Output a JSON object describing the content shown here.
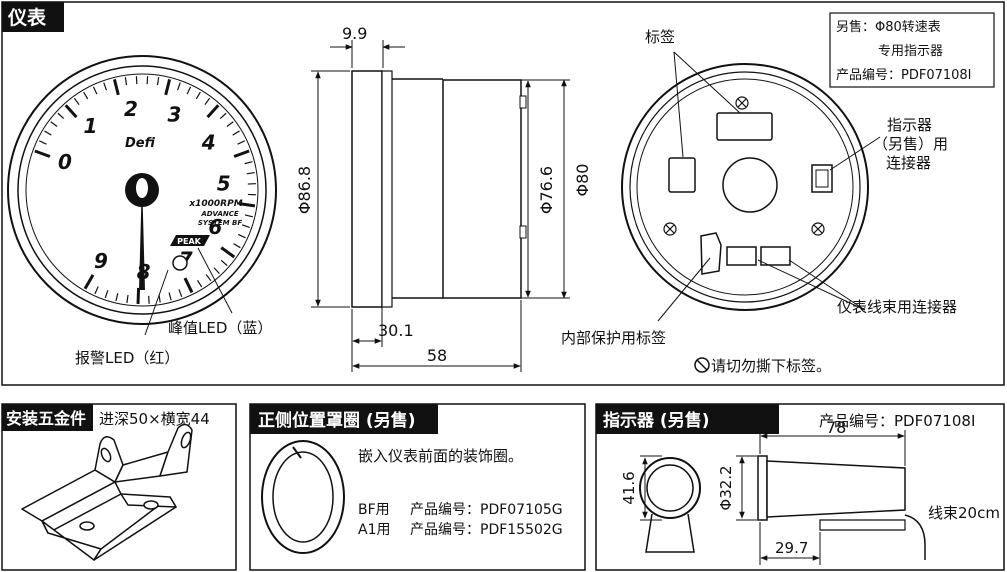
{
  "main": {
    "title": "仪表",
    "gauge": {
      "brand": "Defi",
      "dial_numbers": [
        "0",
        "1",
        "2",
        "3",
        "4",
        "5",
        "6",
        "7",
        "8",
        "9"
      ],
      "unit": "x1000RPM",
      "model_line1": "ADVANCE",
      "model_line2": "SYSTEM BF",
      "peak_badge": "PEAK",
      "peak_label": "峰值LED（蓝）",
      "warning_label": "报警LED（红）"
    },
    "side_view": {
      "dim_top": "9.9",
      "dim_height": "Φ86.8",
      "dim_body": "Φ76.6",
      "dim_bezel": "Φ80",
      "dim_body_length": "30.1",
      "dim_total_length": "58"
    },
    "back_view": {
      "label_tag": "标签",
      "indicator_connector": [
        "指示器",
        "（另售）用",
        "连接器"
      ],
      "harness_connector": "仪表线束用连接器",
      "internal_label": "内部保护用标签",
      "warning_note": "请切勿撕下标签。"
    },
    "note_box": {
      "line1": "另售：Φ80转速表",
      "line2": "专用指示器",
      "line3": "产品编号：PDF07108I"
    }
  },
  "bracket_panel": {
    "title": "安装五金件",
    "spec": "进深50×横宽44"
  },
  "ring_panel": {
    "title": "正侧位置罩圈 (另售)",
    "desc": "嵌入仪表前面的装饰圈。",
    "bf_prefix": "BF用",
    "bf_code": "产品编号：PDF07105G",
    "a1_prefix": "A1用",
    "a1_code": "产品编号：PDF15502G"
  },
  "indicator_panel": {
    "title": "指示器 (另售)",
    "code": "产品编号：PDF07108I",
    "dim_length": "78",
    "dim_height": "41.6",
    "dim_diameter": "Φ32.2",
    "dim_offset": "29.7",
    "harness": "线束20cm"
  }
}
